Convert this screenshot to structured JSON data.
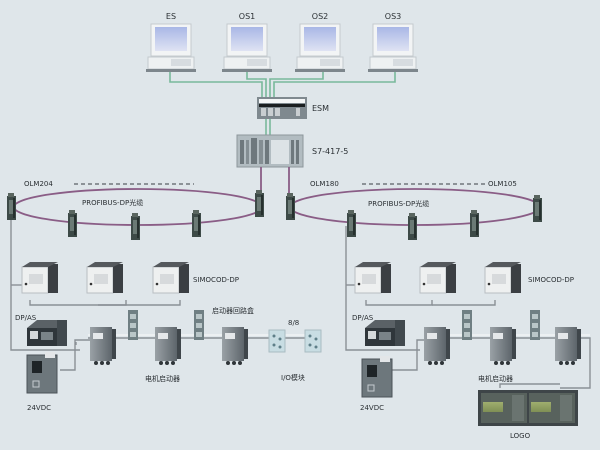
{
  "workstations": [
    {
      "label": "ES"
    },
    {
      "label": "OS1"
    },
    {
      "label": "OS2"
    },
    {
      "label": "OS3"
    }
  ],
  "switch": {
    "label": "ESM"
  },
  "plc": {
    "label": "S7-417-5"
  },
  "left_ring": {
    "olm_label": "OLM204",
    "ring_label": "PROFIBUS-DP光缆",
    "simocode_label": "SIMOCOD-DP",
    "gateway_label": "DP/AS",
    "power_label": "24VDC",
    "starter_label": "电机启动器",
    "junction_label": "启动器回路盒",
    "io_label": "I/O模块",
    "io_count_label": "8/8"
  },
  "right_ring": {
    "olm_left_label": "OLM180",
    "olm_right_label": "OLM105",
    "ring_label": "PROFIBUS-DP光缆",
    "simocode_label": "SIMOCOD-DP",
    "gateway_label": "DP/AS",
    "power_label": "24VDC",
    "starter_label": "电机启动器",
    "logo_label": "LOGO"
  },
  "colors": {
    "background": "#dfe6ea",
    "ethernet": "#79b99b",
    "profibus": "#8a5d86"
  }
}
